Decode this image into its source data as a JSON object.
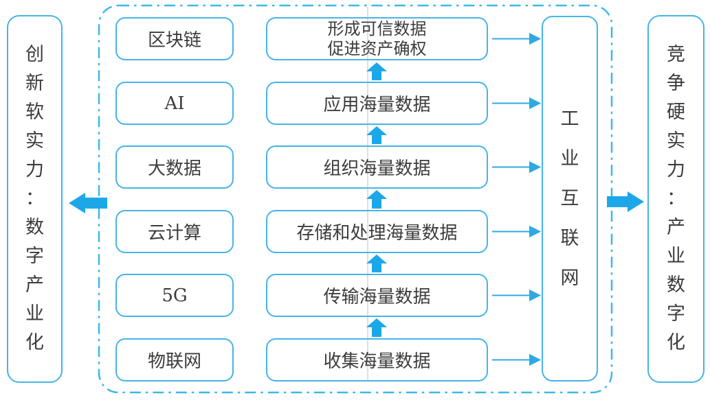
{
  "left_panel": {
    "label": "创新软实力：数字产业化"
  },
  "right_panel": {
    "label": "竞争硬实力：产业数字化"
  },
  "hub": {
    "label": "工业互联网"
  },
  "rows": [
    {
      "tech": "区块链",
      "process_line1": "形成可信数据",
      "process_line2": "促进资产确权"
    },
    {
      "tech": "AI",
      "process_line1": "应用海量数据"
    },
    {
      "tech": "大数据",
      "process_line1": "组织海量数据"
    },
    {
      "tech": "云计算",
      "process_line1": "存储和处理海量数据"
    },
    {
      "tech": "5G",
      "process_line1": "传输海量数据"
    },
    {
      "tech": "物联网",
      "process_line1": "收集海量数据"
    }
  ],
  "colors": {
    "accent_arrow": "#1ca8e8",
    "box_border": "#45b4e6",
    "dashed_border": "#3db8e8",
    "guide_line": "#b7c3cc",
    "text": "#3c3c3c"
  }
}
